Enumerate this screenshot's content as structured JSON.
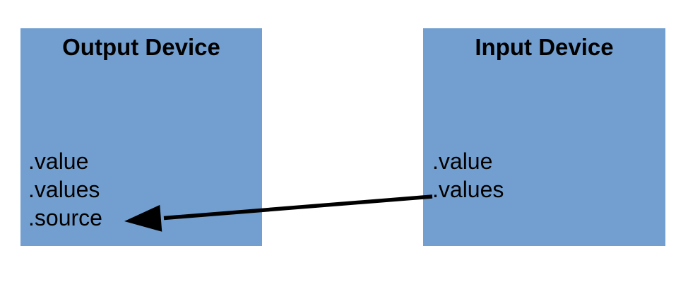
{
  "page": {
    "background_color": "#ffffff",
    "box_fill_color": "#729fcf",
    "text_color": "#000000"
  },
  "diagram": {
    "boxes": [
      {
        "id": "output-device",
        "title": "Output Device",
        "properties": [
          ".value",
          ".values",
          ".source"
        ],
        "fill": "#729fcf"
      },
      {
        "id": "input-device",
        "title": "Input Device",
        "properties": [
          ".value",
          ".values"
        ],
        "fill": "#729fcf"
      }
    ],
    "arrow": {
      "from_box": "Input Device",
      "from_property": ".values",
      "to_box": "Output Device",
      "to_property": ".source",
      "color": "#000000",
      "direction": "right-to-left"
    }
  }
}
